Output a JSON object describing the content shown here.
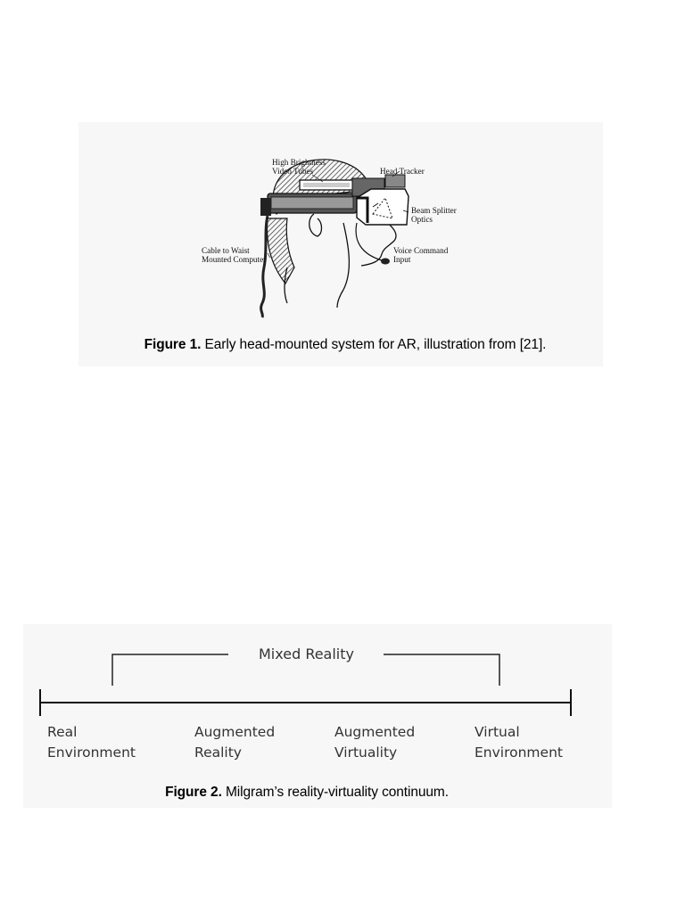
{
  "figure1": {
    "labels": {
      "video_tubes": [
        "High Brightness",
        "Video Tubes"
      ],
      "head_tracker": "Head Tracker",
      "beam_splitter": [
        "Beam Splitter",
        "Optics"
      ],
      "cable": [
        "Cable to Waist",
        "Mounted Computer"
      ],
      "voice_command": [
        "Voice Command",
        "Input"
      ]
    },
    "caption_label": "Figure 1.",
    "caption_text": " Early head-mounted system for AR, illustration from [21]."
  },
  "figure2": {
    "bracket_label": "Mixed Reality",
    "stages": [
      [
        "Real",
        "Environment"
      ],
      [
        "Augmented",
        "Reality"
      ],
      [
        "Augmented",
        "Virtuality"
      ],
      [
        "Virtual",
        "Environment"
      ]
    ],
    "caption_label": "Figure 2.",
    "caption_text": " Milgram’s reality-virtuality continuum."
  }
}
